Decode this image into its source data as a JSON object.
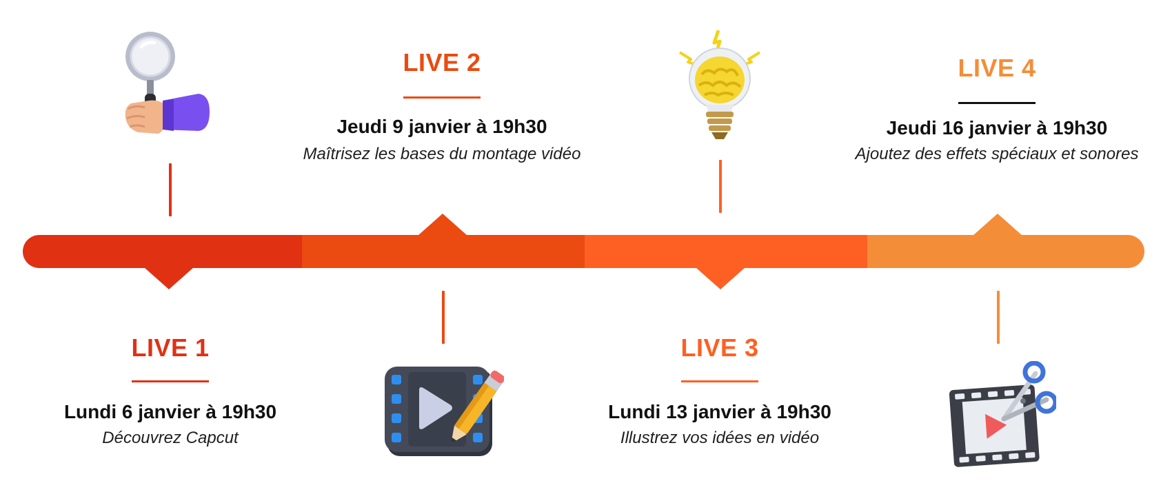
{
  "timeline": {
    "colors": {
      "live1": "#e03113",
      "live2": "#eb4a10",
      "live3": "#fd6022",
      "live4": "#f48d38"
    },
    "events": [
      {
        "title": "LIVE 1",
        "date": "Lundi 6 janvier à 19h30",
        "description": "Découvrez Capcut",
        "icon": "magnifying-glass-hand-icon"
      },
      {
        "title": "LIVE 2",
        "date": "Jeudi 9 janvier à 19h30",
        "description": "Maîtrisez les bases du montage vidéo",
        "icon": "video-edit-pencil-icon"
      },
      {
        "title": "LIVE 3",
        "date": "Lundi 13 janvier à 19h30",
        "description": "Illustrez vos idées en vidéo",
        "icon": "lightbulb-brain-icon"
      },
      {
        "title": "LIVE 4",
        "date": "Jeudi 16 janvier à 19h30",
        "description": "Ajoutez des effets spéciaux et sonores",
        "icon": "film-scissors-icon"
      }
    ]
  }
}
